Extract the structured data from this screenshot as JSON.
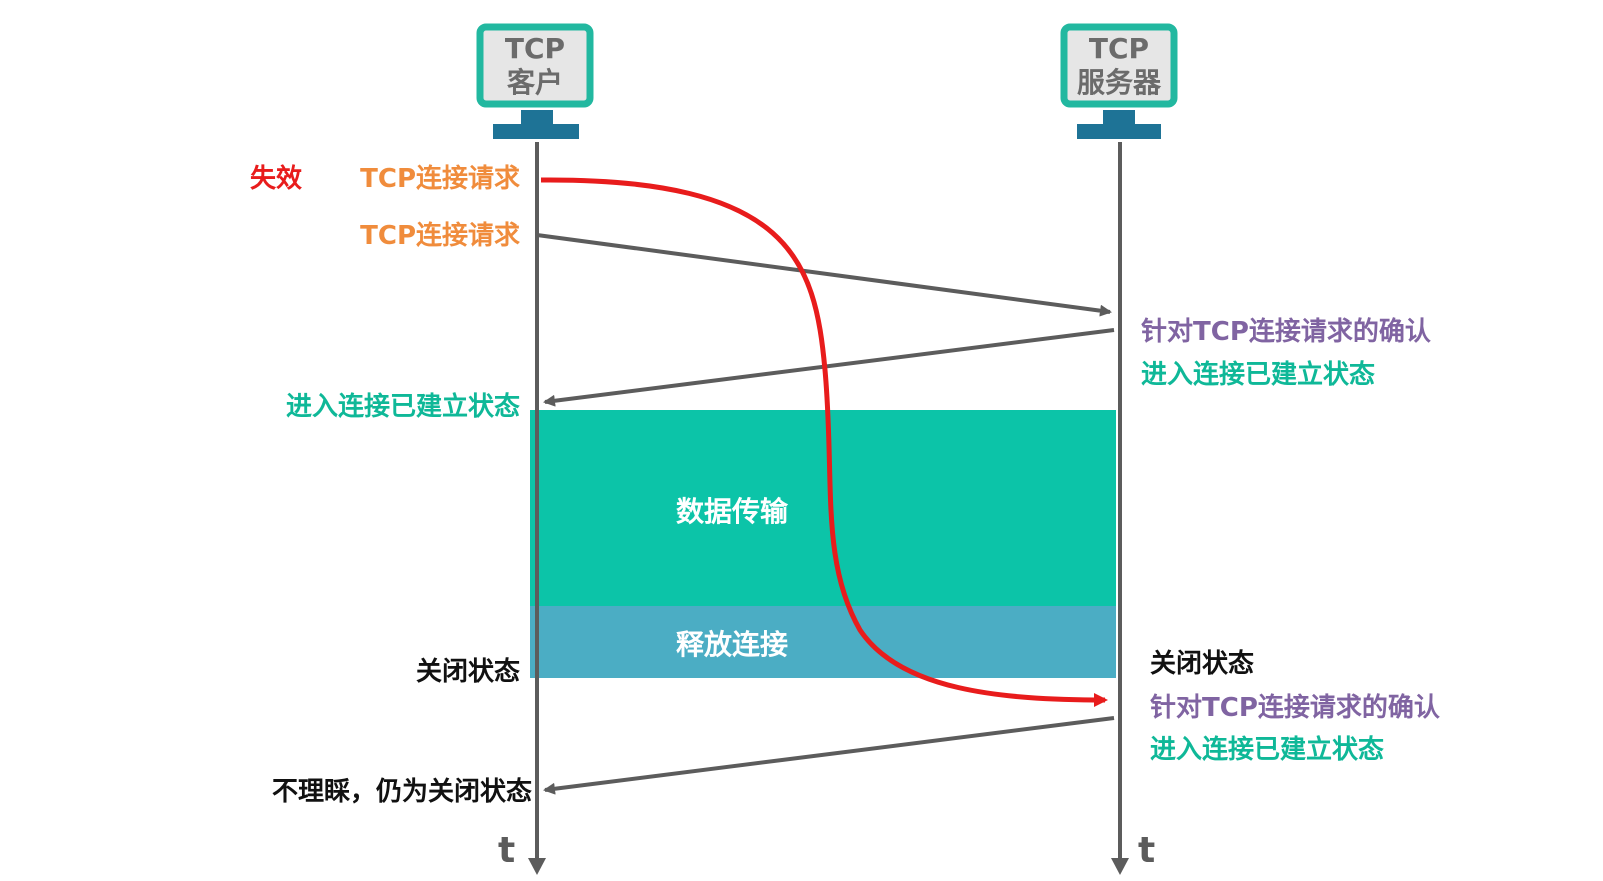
{
  "client": {
    "line1": "TCP",
    "line2": "客户"
  },
  "server": {
    "line1": "TCP",
    "line2": "服务器"
  },
  "time_axis_label": "t",
  "labels": {
    "invalid_tag": "失效",
    "invalid_request": "TCP连接请求",
    "request": "TCP连接请求",
    "server_ack_1": "针对TCP连接请求的确认",
    "server_established_1": "进入连接已建立状态",
    "client_established": "进入连接已建立状态",
    "data_transfer": "数据传输",
    "release": "释放连接",
    "client_closed": "关闭状态",
    "server_closed": "关闭状态",
    "server_ack_2": "针对TCP连接请求的确认",
    "server_established_2": "进入连接已建立状态",
    "client_ignore": "不理睬，仍为关闭状态"
  },
  "colors": {
    "orange": "#f08c3c",
    "red": "#e81c1c",
    "purple": "#8064a2",
    "teal": "#0fb898",
    "data_band": "#0cc4a8",
    "release_band": "#4badc4",
    "monitor_border": "#22b8a0",
    "monitor_fill": "#e6e6e6",
    "stand": "#1e7396",
    "axis": "#5c5c5c",
    "black": "#111111"
  }
}
